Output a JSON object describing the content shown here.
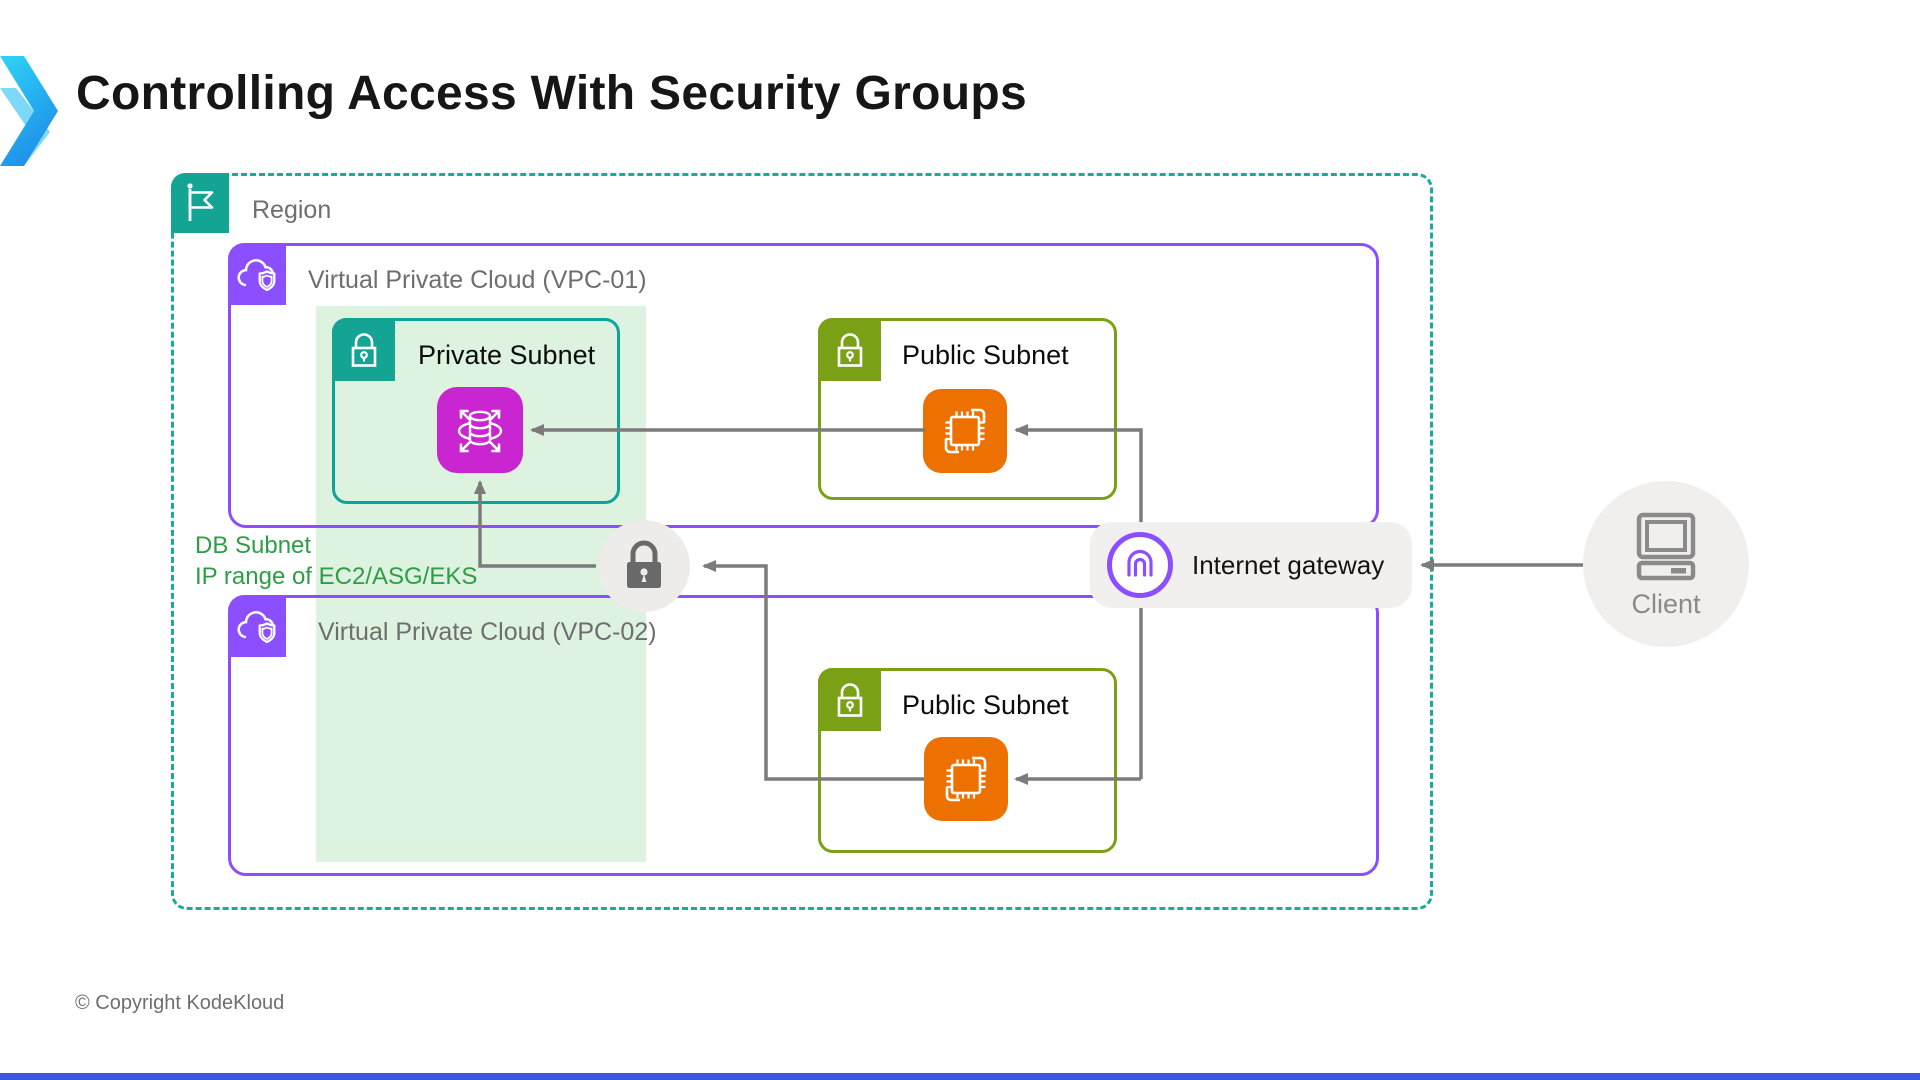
{
  "slide": {
    "title": "Controlling Access With Security Groups",
    "copyright": "© Copyright KodeKloud"
  },
  "region": {
    "label": "Region"
  },
  "vpcs": [
    {
      "label": "Virtual Private Cloud (VPC-01)"
    },
    {
      "label": "Virtual Private Cloud (VPC-02)"
    }
  ],
  "subnets": {
    "private": {
      "label": "Private Subnet"
    },
    "public_vpc01": {
      "label": "Public Subnet"
    },
    "public_vpc02": {
      "label": "Public Subnet"
    }
  },
  "annotation": {
    "line1": "DB Subnet",
    "line2": "IP range of EC2/ASG/EKS"
  },
  "internet_gateway": {
    "label": "Internet gateway"
  },
  "client": {
    "label": "Client"
  },
  "colors": {
    "region_teal": "#14A493",
    "vpc_purple": "#8C4FFF",
    "subnet_green": "#7AA116",
    "private_subnet_teal": "#0CA49B",
    "ec2_orange": "#ED7100",
    "database_magenta": "#C925D1",
    "db_band_green": "#DDF2DF",
    "annotation_green": "#2E9E44",
    "arrow_gray": "#7B7B7B",
    "accent_cyan": "#1BC8F2",
    "footer_bar_blue": "#3D55E0"
  }
}
